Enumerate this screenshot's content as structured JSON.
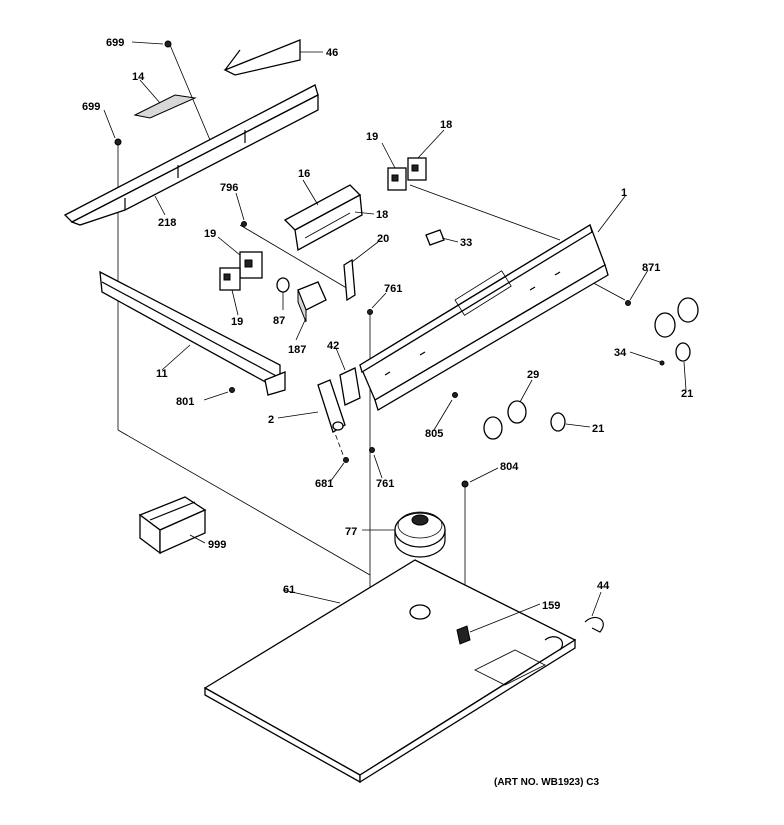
{
  "callouts": {
    "c699a": "699",
    "c46": "46",
    "c14": "14",
    "c699b": "699",
    "c218": "218",
    "c19a": "19",
    "c18a": "18",
    "c16": "16",
    "c796": "796",
    "c18b": "18",
    "c19b": "19",
    "c1": "1",
    "c20": "20",
    "c33": "33",
    "c19c": "19",
    "c87": "87",
    "c187": "187",
    "c761a": "761",
    "c871": "871",
    "c11": "11",
    "c42": "42",
    "c34": "34",
    "c21a": "21",
    "c801": "801",
    "c29": "29",
    "c2": "2",
    "c805": "805",
    "c21b": "21",
    "c681": "681",
    "c761b": "761",
    "c804": "804",
    "c77": "77",
    "c999": "999",
    "c61": "61",
    "c44": "44",
    "c159": "159"
  },
  "art_number": "(ART NO. WB1923) C3"
}
